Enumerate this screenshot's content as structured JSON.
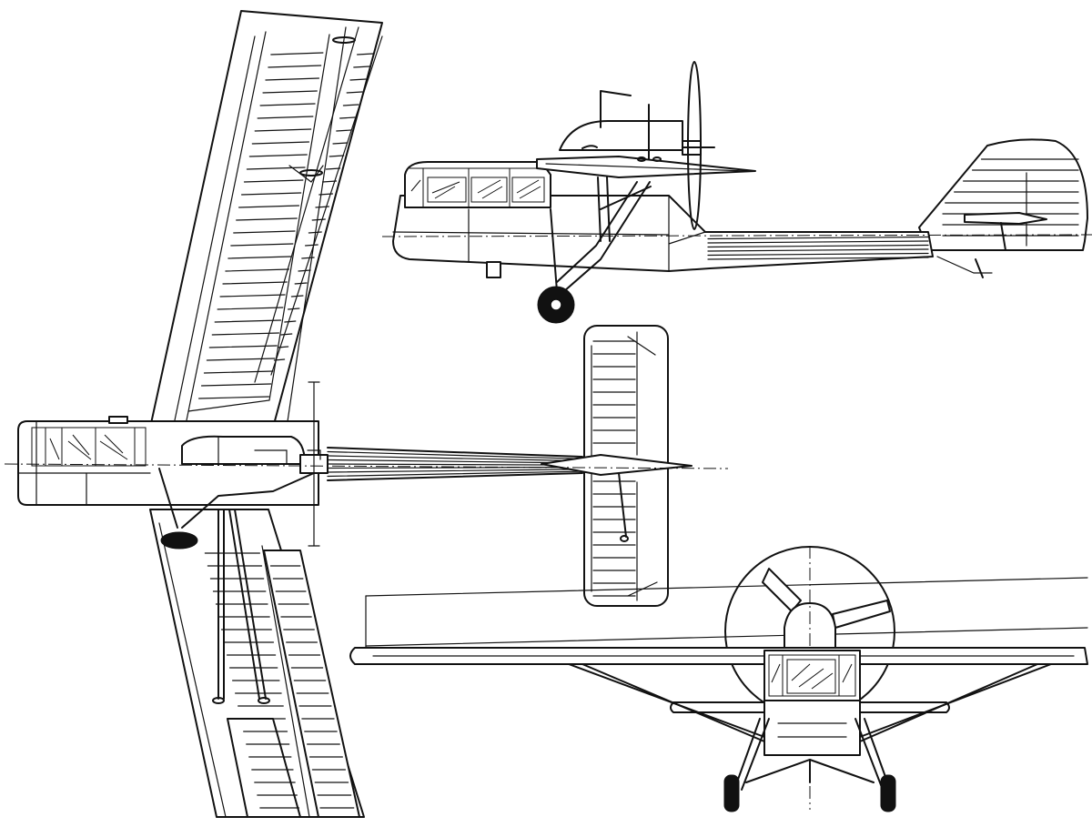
{
  "drawing": {
    "type": "three-view aircraft line drawing",
    "views": [
      "top-view",
      "side-view",
      "front-view"
    ],
    "line_color": "#111111",
    "background_color": "#ffffff"
  }
}
